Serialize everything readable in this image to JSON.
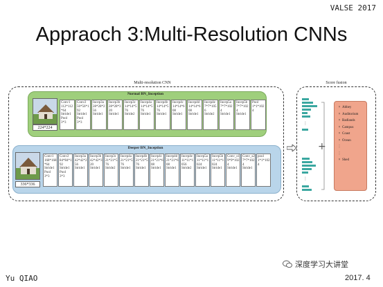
{
  "header": {
    "venue": "VALSE 2017"
  },
  "slide": {
    "title": "Appraoch 3:Multi-Resolution CNNs"
  },
  "figure": {
    "caption": "Multi-resolution CNN",
    "normal": {
      "label": "Normal BN_Inception",
      "input_size": "224*224",
      "layers": [
        "Conv1\n112*112\n*64\nStride1\nPool\n3*3",
        "Conv2\n56*56*1\n92\nStride1\nPool\n3*3",
        "Incep3a\n28*28*2\n56\nStride1",
        "Incep3b\n28*28*3\n20\nStride1",
        "Incep3c\n14*14*5\n76\nStride2",
        "Incep4a\n14*14*5\n76\nStride1",
        "Incep4b\n14*14*5\n76\nStride1",
        "Incep4c\n14*14*6\n08\nStride1",
        "Incep4d\n14*14*6\n08\nStride1",
        "Incep4e\n7*7*105\n6\nStride2",
        "Incep5a\n7*7*102\n4\nStride1",
        "Incep5b\n7*7*102\n4\nStride1",
        "Pool\n1*1*102\n4"
      ]
    },
    "deeper": {
      "label": "Deeper BN_Inception",
      "input_size": "336*336",
      "layers": [
        "Conv1\n168*168\n*64\nStride1\nPool\n3*3",
        "Conv2\n84*84*1\n92\nStride1\nPool\n3*3",
        "Incep3a\n42*42*2\n56\nStride1",
        "Incep3b\n42*42*3\n20\nStride1",
        "Incep3c\n21*21*5\n76\nStride2",
        "Incep4a\n21*21*5\n76\nStride1",
        "Incep4b\n21*21*5\n76\nStride1",
        "Incep4c\n21*21*6\n08\nStride1",
        "Incep4d\n21*21*6\n08\nStride1",
        "Incep4e\n11*11*1\n056\nStride2",
        "Incep5a\n11*11*1\n024\nStride1",
        "Incep5b\n11*11*1\n024\nStride1",
        "Conv_s1\n9*9*102\n4\nStride1",
        "Conv_s2\n7*7*102\n4\nStride1",
        "pool\n1*1*102\n4"
      ]
    },
    "score_fusion": {
      "caption": "Score fusion",
      "classes": [
        "Abbey",
        "Auditorium",
        "Badlands",
        "Campus",
        "Coast",
        "Ocean",
        "",
        "",
        "Shed"
      ],
      "plus_symbol": "+"
    }
  },
  "footer": {
    "presenter": "Yu QIAO",
    "date": "2017. 4",
    "watermark": "深度学习大讲堂"
  },
  "colors": {
    "normal_branch": "#9fcf7c",
    "deeper_branch": "#b9d5ea",
    "score_bars": "#3aa7a0",
    "classes_box": "#f0a58c"
  }
}
